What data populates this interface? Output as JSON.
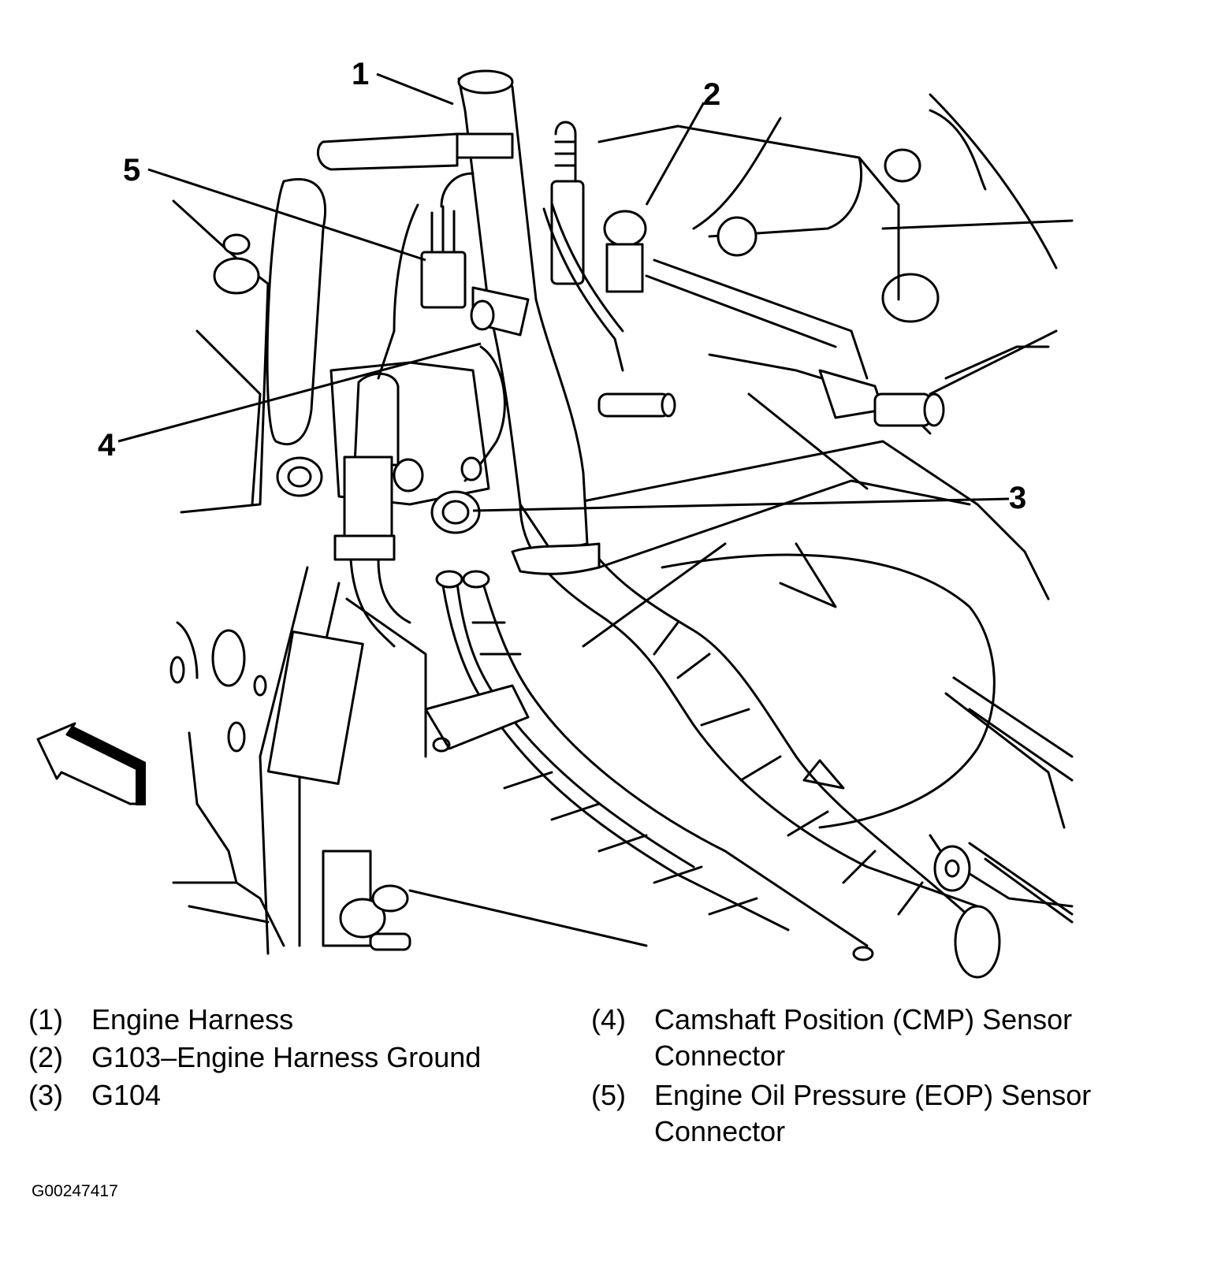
{
  "callouts": [
    "1",
    "2",
    "3",
    "4",
    "5"
  ],
  "legend": [
    {
      "num": "(1)",
      "text": [
        "Engine Harness"
      ]
    },
    {
      "num": "(2)",
      "text": [
        "G103–Engine Harness Ground"
      ]
    },
    {
      "num": "(3)",
      "text": [
        "G104"
      ]
    },
    {
      "num": "(4)",
      "text": [
        "Camshaft Position (CMP) Sensor",
        "Connector"
      ]
    },
    {
      "num": "(5)",
      "text": [
        "Engine Oil Pressure (EOP) Sensor",
        "Connector"
      ]
    }
  ],
  "figure_id": "G00247417",
  "icons": [
    "direction-arrow-icon"
  ]
}
